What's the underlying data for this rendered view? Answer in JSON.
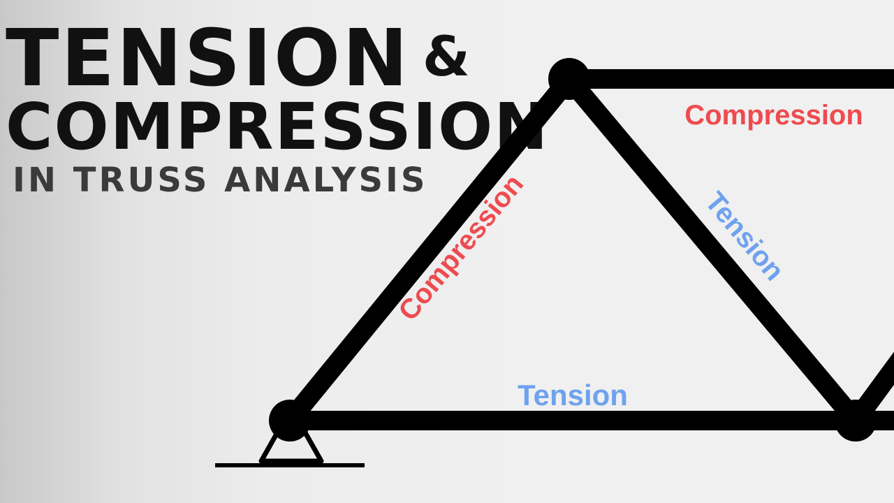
{
  "title": {
    "line1": "TENSION",
    "ampersand": "&",
    "line2": "COMPRESSION",
    "subtitle": "IN TRUSS ANALYSIS"
  },
  "members": {
    "top_chord": "Compression",
    "left_diagonal": "Compression",
    "right_diagonal": "Tension",
    "bottom_chord": "Tension"
  },
  "colors": {
    "compression": "#ee4b50",
    "tension": "#6fa2ee",
    "member": "#000000",
    "title": "#111111",
    "subtitle": "#3a3a3a"
  }
}
